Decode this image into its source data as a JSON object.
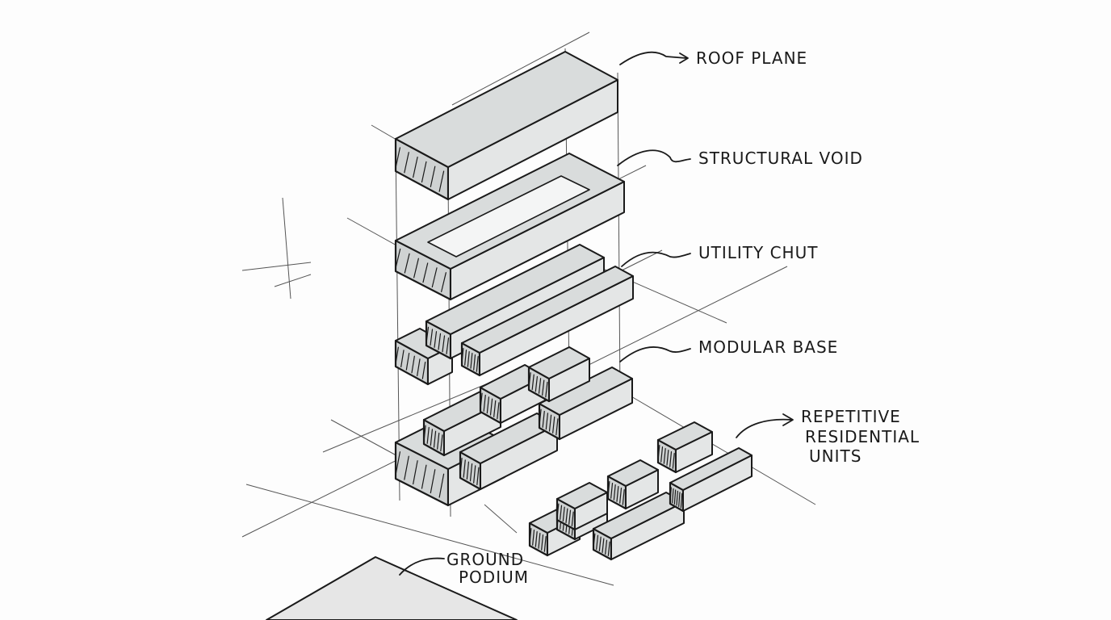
{
  "diagram": {
    "title": "Exploded isometric sketch of stacked building layers",
    "labels": {
      "roof_plane": "ROOF PLANE",
      "structural_void": "STRUCTURAL VOID",
      "utility_chute": "UTILITY CHUT",
      "modular_base": "MODULAR BASE",
      "repetitive_units": [
        "REPETITIVE",
        "RESIDENTIAL",
        "UNITS"
      ],
      "ground_podium": [
        "GROUND",
        "PODIUM"
      ]
    },
    "colors": {
      "ink": "#1a1a1a",
      "shade": "#d9dcdc",
      "paper": "#fdfdfd"
    }
  }
}
